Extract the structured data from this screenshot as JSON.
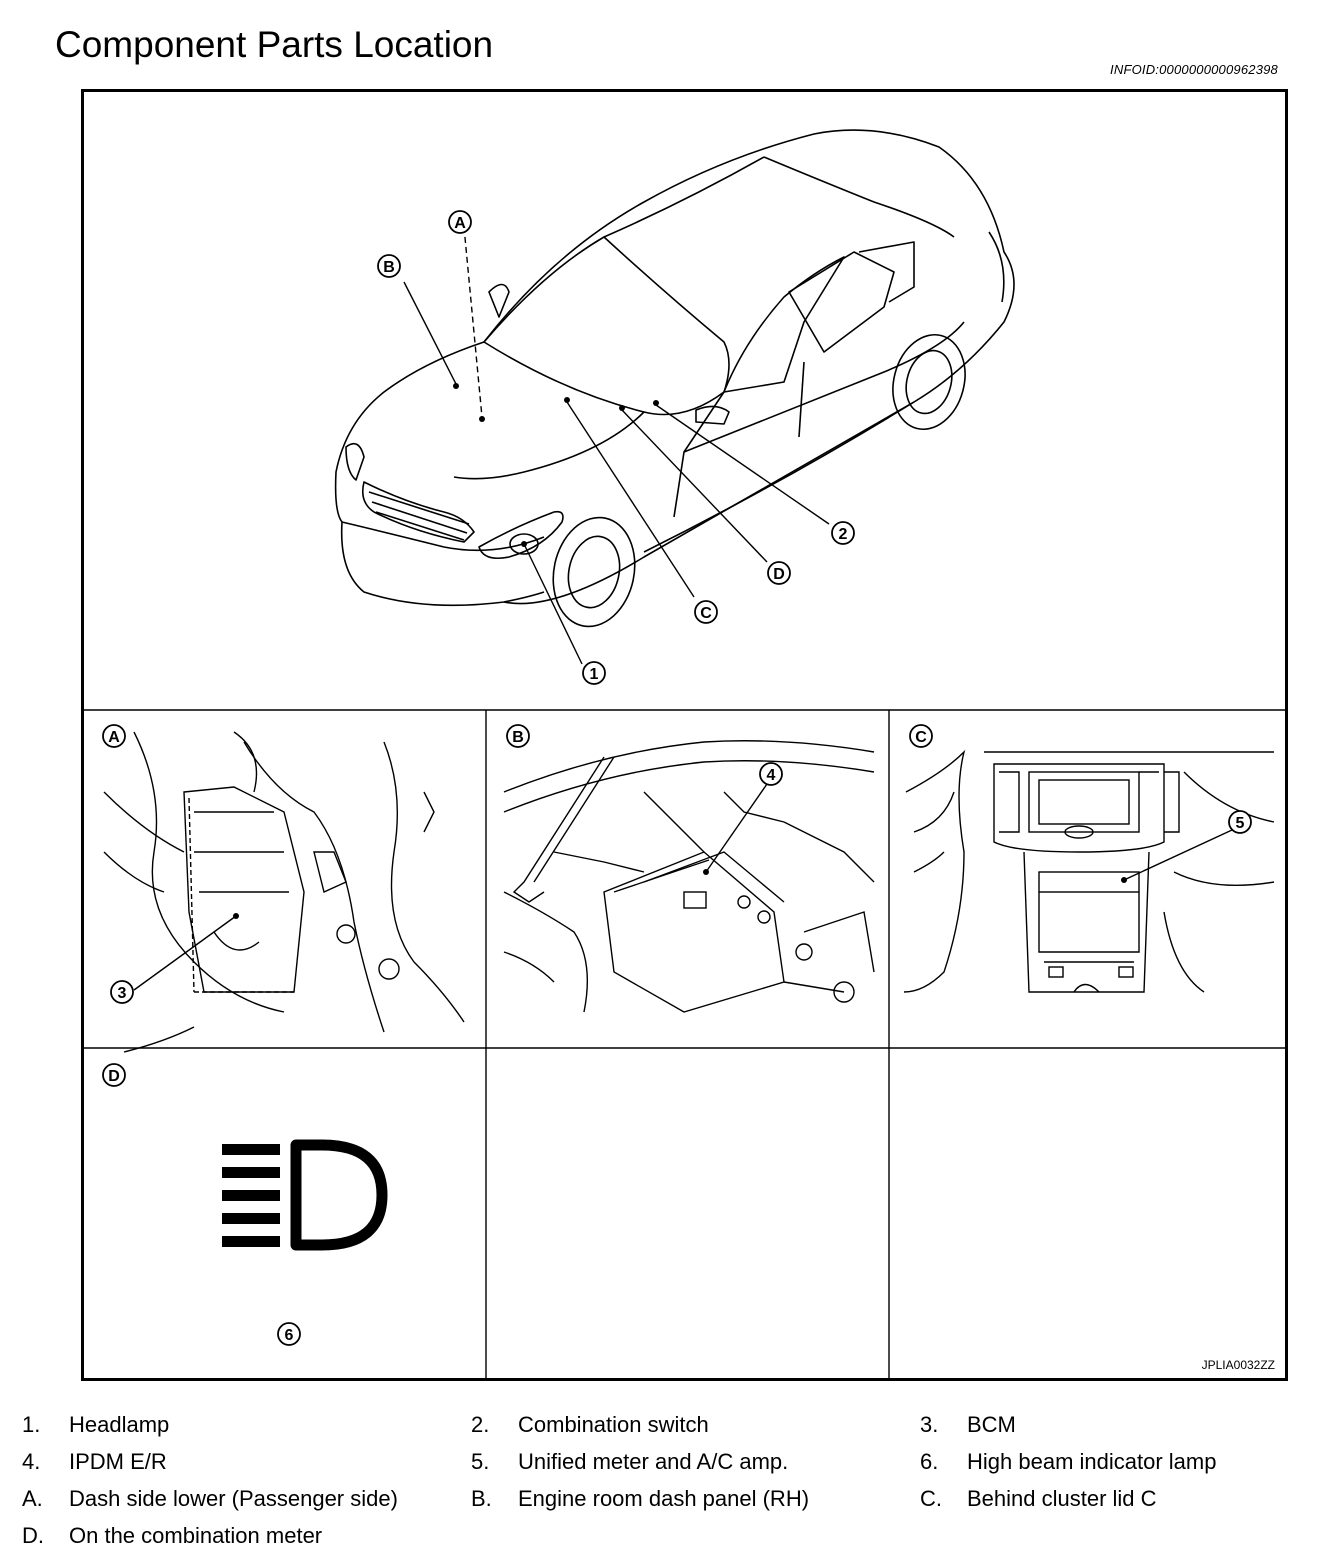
{
  "page": {
    "title": "Component Parts Location",
    "info_id": "INFOID:0000000000962398",
    "figure_code": "JPLIA0032ZZ"
  },
  "figure": {
    "overview_callouts": {
      "letters": [
        "A",
        "B",
        "C",
        "D"
      ],
      "numbers": [
        "1",
        "2"
      ]
    },
    "panels": [
      {
        "letter": "A",
        "callout": "3"
      },
      {
        "letter": "B",
        "callout": "4"
      },
      {
        "letter": "C",
        "callout": "5"
      },
      {
        "letter": "D",
        "callout": "6"
      }
    ]
  },
  "legend": {
    "rows": [
      [
        {
          "key": "1.",
          "label": "Headlamp"
        },
        {
          "key": "2.",
          "label": "Combination switch"
        },
        {
          "key": "3.",
          "label": "BCM"
        }
      ],
      [
        {
          "key": "4.",
          "label": "IPDM E/R"
        },
        {
          "key": "5.",
          "label": "Unified meter and A/C amp."
        },
        {
          "key": "6.",
          "label": "High beam indicator lamp"
        }
      ],
      [
        {
          "key": "A.",
          "label": "Dash side lower (Passenger side)"
        },
        {
          "key": "B.",
          "label": "Engine room dash panel (RH)"
        },
        {
          "key": "C.",
          "label": "Behind cluster lid C"
        }
      ],
      [
        {
          "key": "D.",
          "label": "On the combination meter"
        }
      ]
    ]
  }
}
